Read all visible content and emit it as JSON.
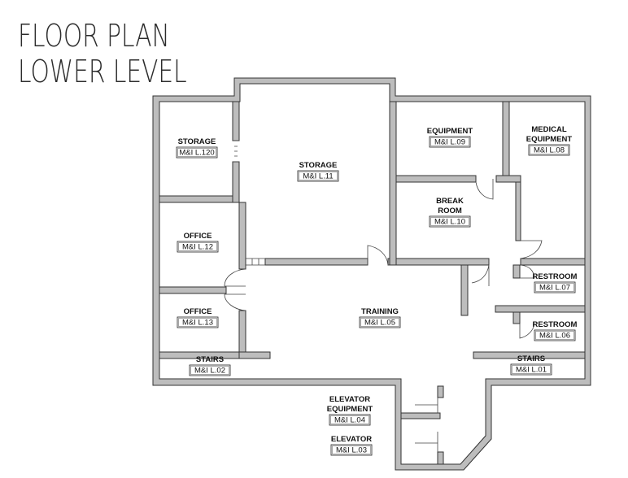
{
  "title": {
    "line1": "FLOOR PLAN",
    "line2": "LOWER LEVEL"
  },
  "rooms": [
    {
      "name": [
        "STORAGE"
      ],
      "code": "M&I L.120"
    },
    {
      "name": [
        "STORAGE"
      ],
      "code": "M&I L.11"
    },
    {
      "name": [
        "EQUIPMENT"
      ],
      "code": "M&I L.09"
    },
    {
      "name": [
        "MEDICAL",
        "EQUIPMENT"
      ],
      "code": "M&I L.08"
    },
    {
      "name": [
        "BREAK",
        "ROOM"
      ],
      "code": "M&I L.10"
    },
    {
      "name": [
        "OFFICE"
      ],
      "code": "M&I L.12"
    },
    {
      "name": [
        "OFFICE"
      ],
      "code": "M&I L.13"
    },
    {
      "name": [
        "TRAINING"
      ],
      "code": "M&I L.05"
    },
    {
      "name": [
        "RESTROOM"
      ],
      "code": "M&I L.07"
    },
    {
      "name": [
        "RESTROOM"
      ],
      "code": "M&I L.06"
    },
    {
      "name": [
        "STAIRS"
      ],
      "code": "M&I L.02"
    },
    {
      "name": [
        "STAIRS"
      ],
      "code": "M&I L.01"
    },
    {
      "name": [
        "ELEVATOR",
        "EQUIPMENT"
      ],
      "code": "M&I L.04"
    },
    {
      "name": [
        "ELEVATOR"
      ],
      "code": "M&I L.03"
    }
  ]
}
